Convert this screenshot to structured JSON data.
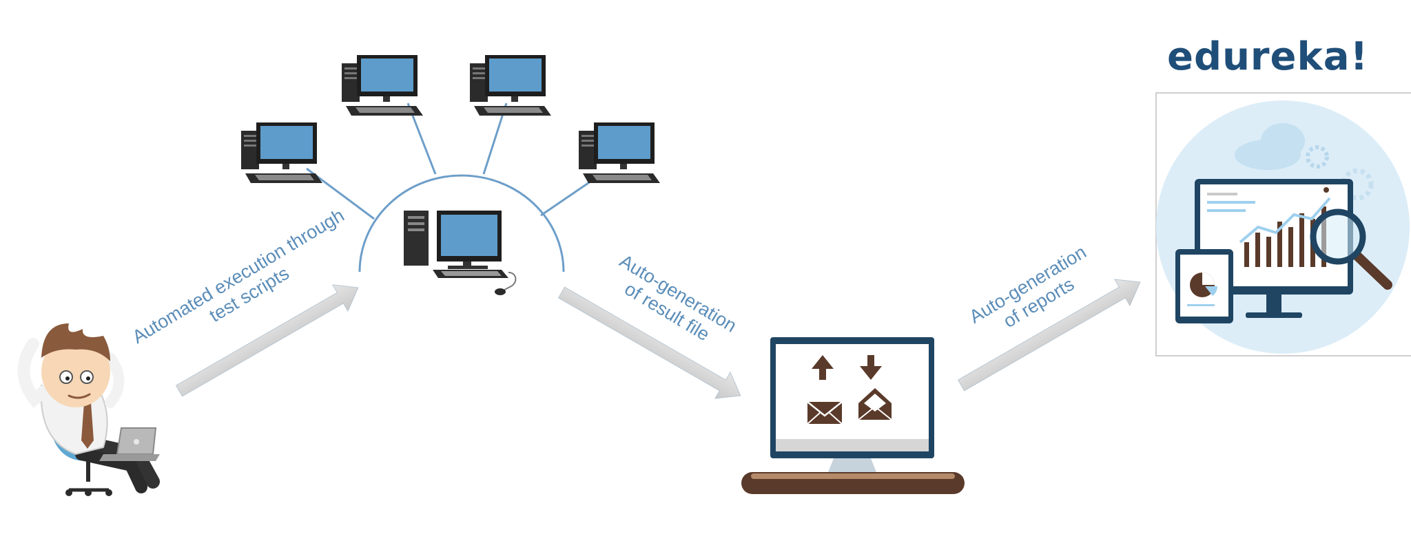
{
  "brand": {
    "logo_text": "edureka!"
  },
  "steps": [
    {
      "id": "automated-execution",
      "line1": "Automated execution through",
      "line2": "test scripts"
    },
    {
      "id": "result-file",
      "line1": "Auto-generation",
      "line2": "of result file"
    },
    {
      "id": "reports",
      "line1": "Auto-generation",
      "line2": "of reports"
    }
  ],
  "icons": {
    "person": "relaxed-person-with-laptop-icon",
    "server": "central-server-computer-icon",
    "clients": [
      "client-computer-icon",
      "client-computer-icon",
      "client-computer-icon",
      "client-computer-icon"
    ],
    "mail_monitor": "email-monitor-icon",
    "report": "analytics-report-icon"
  },
  "colors": {
    "label": "#5b8db8",
    "arrow": "#d9d9d9",
    "link": "#6d9ec9",
    "screen": "#5e9ccb",
    "brand": "#1f4e79",
    "brown": "#5a3a2a"
  }
}
